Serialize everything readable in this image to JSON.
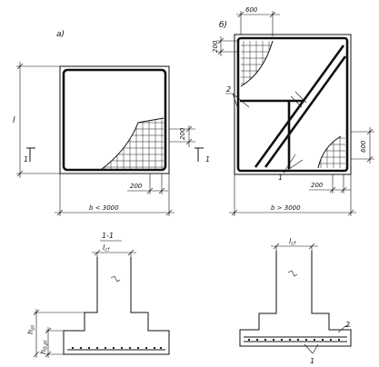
{
  "labels": {
    "variant_a": "а)",
    "variant_b": "б)",
    "length_symbol": "l",
    "section_marker": "1",
    "section_title": "1-1",
    "column_width": "l",
    "column_width_sub": "cf",
    "step_height_1": "h",
    "step_height_1_sub": "pl",
    "step_height_2": "h",
    "step_height_2_sub": "0,pl",
    "width_a": "b < 3000",
    "width_b": "b > 3000",
    "dim_200": "200",
    "dim_600": "600",
    "callout_1": "1",
    "callout_2": "2"
  }
}
